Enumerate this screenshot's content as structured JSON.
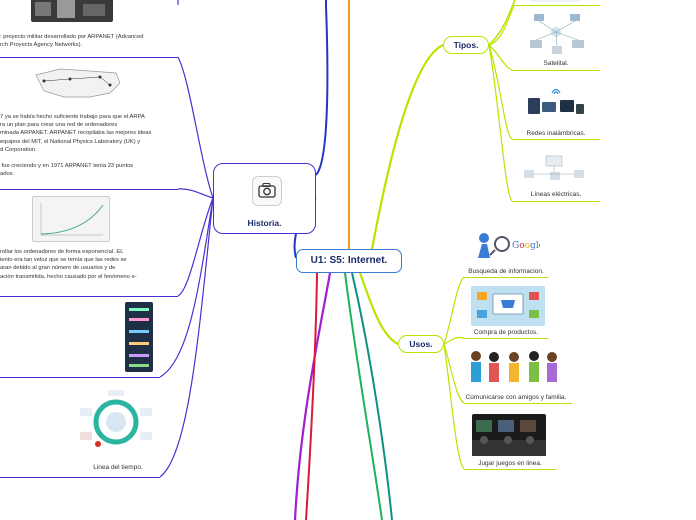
{
  "central": {
    "title": "U1: S5: Internet."
  },
  "branches": {
    "historia": {
      "label": "Historia."
    },
    "tipos": {
      "label": "Tipos."
    },
    "usos": {
      "label": "Usos."
    }
  },
  "tipos_items": [
    {
      "caption": "",
      "icon": "network-diagram-icon"
    },
    {
      "caption": "Satelital.",
      "icon": "satellite-network-icon"
    },
    {
      "caption": "Redes inalámbricas.",
      "icon": "wireless-devices-icon"
    },
    {
      "caption": "Líneas eléctricas.",
      "icon": "powerline-network-icon"
    }
  ],
  "usos_items": [
    {
      "caption": "Busqueda de informacion.",
      "icon": "google-search-figure-icon"
    },
    {
      "caption": "Compra de productos.",
      "icon": "online-shopping-icon"
    },
    {
      "caption": "Comunicarse con amigos y familia.",
      "icon": "people-with-phones-icon"
    },
    {
      "caption": "Jugar juegos en linea.",
      "icon": "gaming-room-icon"
    }
  ],
  "historia_items": [
    {
      "text": ": proyecto militar desarrollado por ARPANET (Advanced\nrch Proyects Agency Networks).",
      "icon": "old-computer-room-photo"
    },
    {
      "text": "7 ya se había hecho suficiente trabajo para que el ARPA\nra un plan para crear una red de ordenadores\nminada ARPANET. ARPANET recopilaba las mejores ideas\nequipos del MIT, el National Physics Laboratory (UK) y\nd Corporation.\n\n fue creciendo y en 1971 ARPANET tenía 23 puntos\nados.",
      "icon": "usa-network-map-icon"
    },
    {
      "text": "rollar los ordenadores de forma exponencial. EL\niento era tan veloz que se temía que las redes se\naran debido al gran número de usuarios y de\nación transmitida, hecho causado por el fenómeno e-",
      "icon": "growth-chart-image"
    },
    {
      "text": "",
      "icon": "timeline-infographic-icon"
    },
    {
      "text": "Linea del tiempo.",
      "icon": "world-timeline-diagram-icon"
    }
  ]
}
